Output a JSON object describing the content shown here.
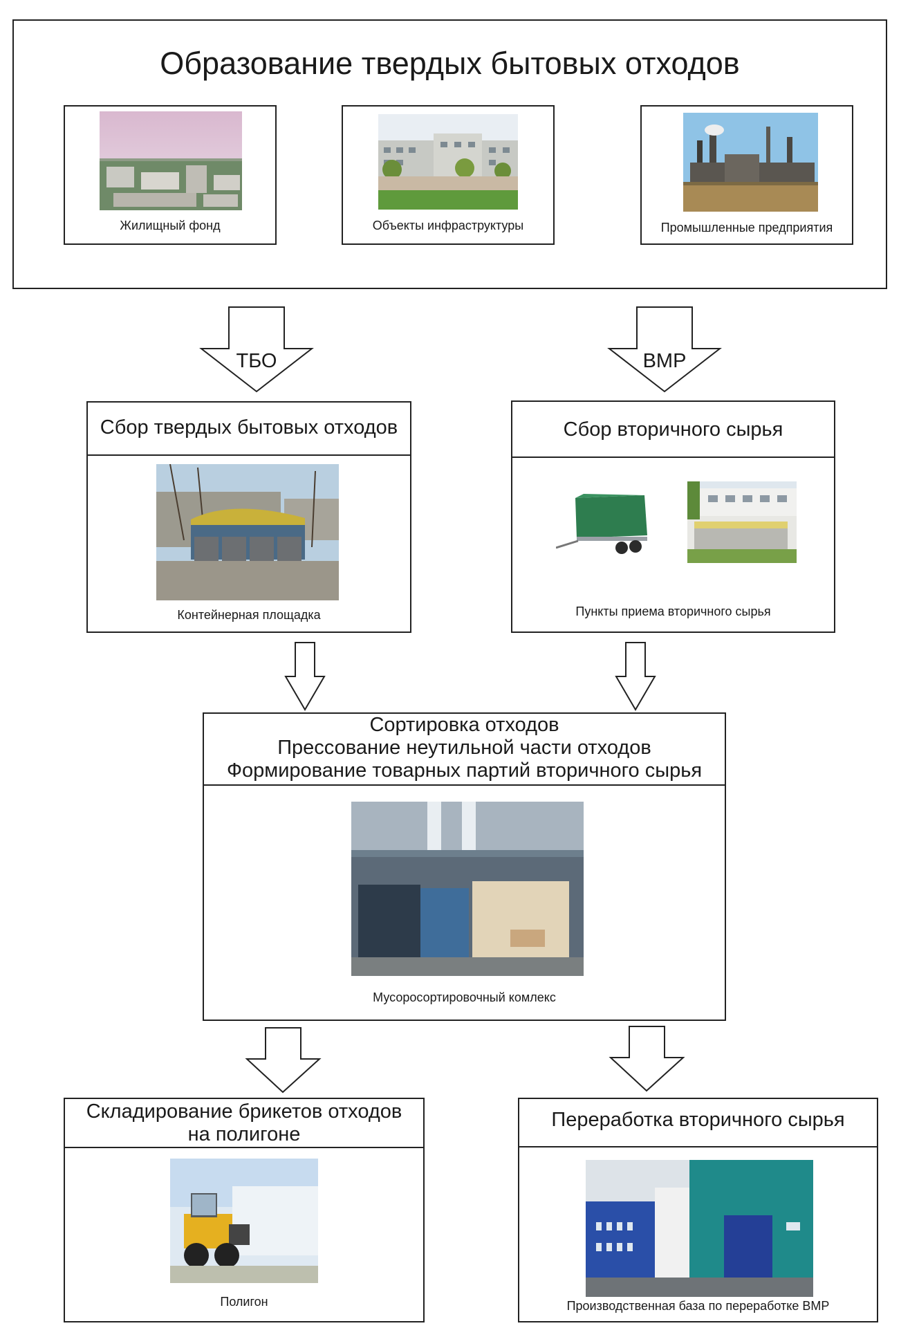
{
  "formation": {
    "title": "Образование твердых бытовых отходов",
    "sources": [
      {
        "caption": "Жилищный фонд",
        "photo_icon": "city-panorama-photo"
      },
      {
        "caption": "Объекты инфраструктуры",
        "photo_icon": "school-building-photo"
      },
      {
        "caption": "Промышленные предприятия",
        "photo_icon": "industrial-plant-photo"
      }
    ]
  },
  "arrows": {
    "left_label": "ТБО",
    "right_label": "ВМР"
  },
  "collection_msw": {
    "title": "Сбор твердых бытовых отходов",
    "caption": "Контейнерная площадка"
  },
  "collection_recyclables": {
    "title": "Сбор вторичного сырья",
    "caption": "Пункты приема вторичного сырья"
  },
  "sorting": {
    "lines": [
      "Сортировка отходов",
      "Прессование  неутильной части отходов",
      "Формирование товарных партий вторичного сырья"
    ],
    "caption": "Мусоросортировочный комлекс"
  },
  "landfill": {
    "lines": [
      "Складирование брикетов отходов",
      "на полигоне"
    ],
    "caption": "Полигон"
  },
  "processing": {
    "title": "Переработка вторичного сырья",
    "caption": "Производственная база по переработке ВМР"
  },
  "colors": {
    "border": "#222222",
    "background": "#ffffff",
    "tarp_green": "#2e7d4f",
    "building_blue": "#2a4fa8",
    "building_teal": "#1f8a8a",
    "loader_yellow": "#e5b020"
  }
}
